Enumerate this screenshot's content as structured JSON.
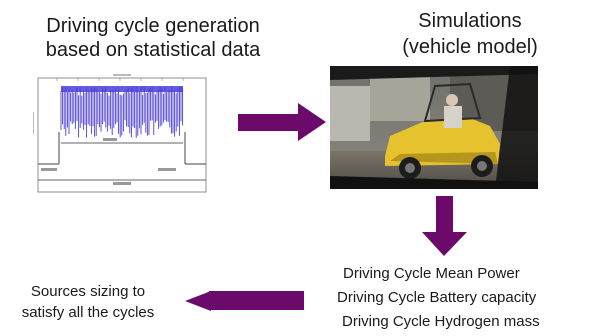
{
  "left_block": {
    "line1": "Driving cycle generation",
    "line2": "based on statistical data"
  },
  "right_block": {
    "line1": "Simulations",
    "line2": "(vehicle model)"
  },
  "sizing_block": {
    "line1": "Sources sizing to",
    "line2": "satisfy all the cycles"
  },
  "results": [
    "Driving Cycle  Mean Power",
    "Driving Cycle Battery capacity",
    "Driving Cycle Hydrogen mass"
  ],
  "colors": {
    "arrow": "#6b0a6b",
    "plot_spikes": "#4a3ed8",
    "plot_axis": "#555555"
  },
  "icons": {
    "arrow_to_simulation": "right-arrow-icon",
    "arrow_down": "down-arrow-icon",
    "arrow_to_sizing": "left-arrow-icon"
  }
}
